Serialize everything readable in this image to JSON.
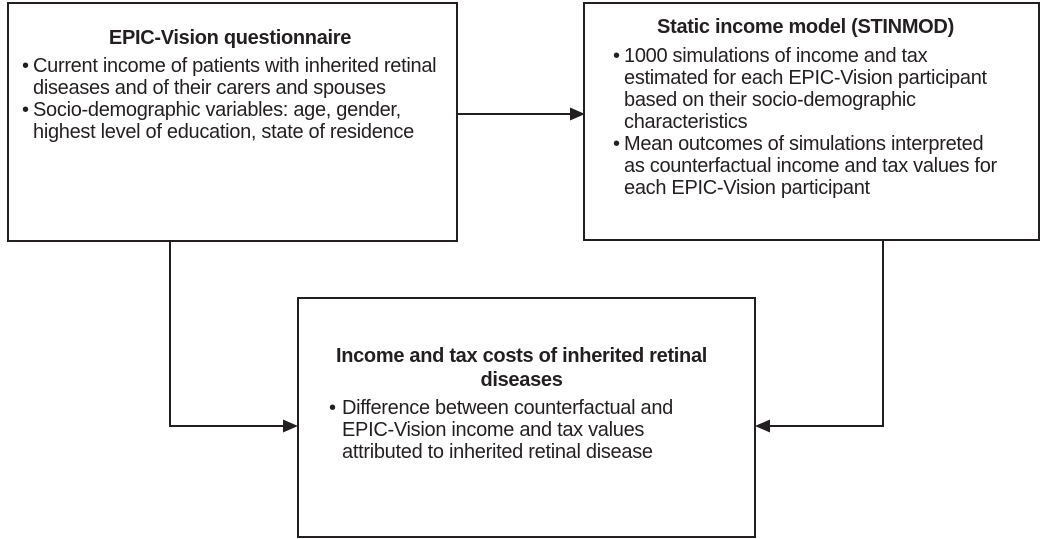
{
  "diagram": {
    "boxes": {
      "questionnaire": {
        "title": "EPIC-Vision questionnaire",
        "bullets": [
          "Current income of patients with inherited retinal diseases and of their carers and spouses",
          "Socio-demographic variables: age, gender, highest level of education, state of residence"
        ]
      },
      "stinmod": {
        "title": "Static income model (STINMOD)",
        "bullets": [
          "1000 simulations of income and tax estimated for each EPIC-Vision participant based on their socio‑demographic characteristics",
          "Mean outcomes of simulations interpreted as counterfactual income and tax values for each EPIC-Vision participant"
        ]
      },
      "outcome": {
        "title": "Income and tax costs of inherited retinal diseases",
        "bullets": [
          "Difference between counterfactual and EPIC-Vision income and tax values attributed to inherited retinal disease"
        ]
      }
    },
    "arrows": [
      "questionnaire-to-stinmod",
      "questionnaire-to-outcome",
      "stinmod-to-outcome"
    ],
    "colors": {
      "border": "#231f20",
      "text": "#231f20",
      "background": "#ffffff"
    }
  }
}
